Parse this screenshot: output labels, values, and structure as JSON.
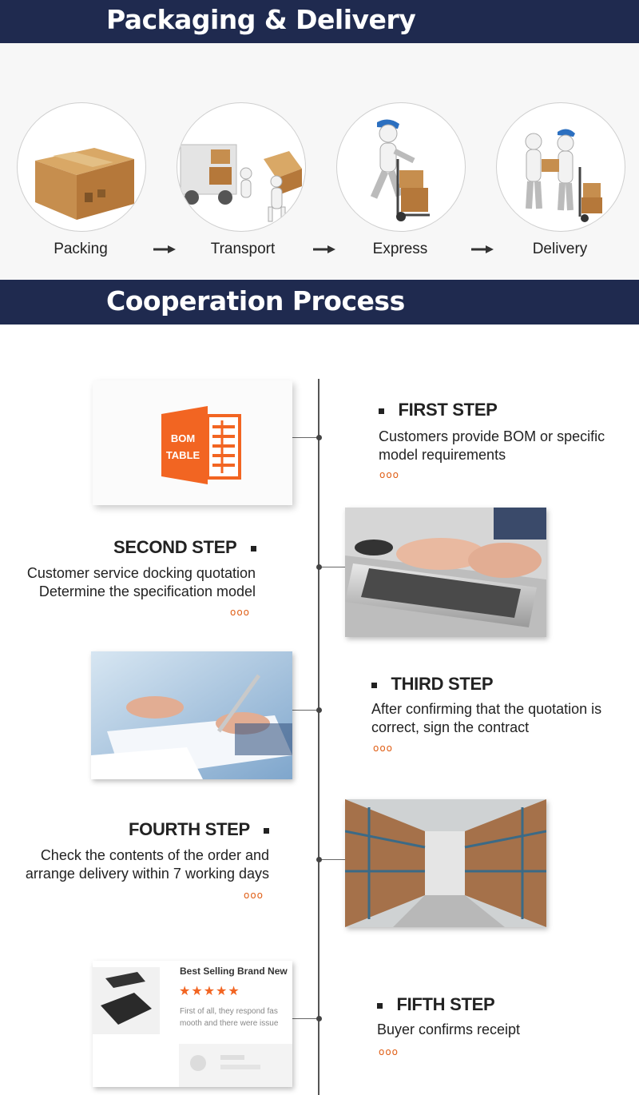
{
  "packaging": {
    "title": "Packaging & Delivery",
    "steps": [
      {
        "label": "Packing",
        "icon": "cardboard-box-icon"
      },
      {
        "label": "Transport",
        "icon": "truck-loading-icon"
      },
      {
        "label": "Express",
        "icon": "hand-truck-courier-icon"
      },
      {
        "label": "Delivery",
        "icon": "package-handover-icon"
      }
    ]
  },
  "cooperation": {
    "title": "Cooperation Process",
    "steps": [
      {
        "title": "FIRST STEP",
        "desc": [
          "Customers provide BOM or specific",
          "model requirements"
        ],
        "more": "ooo"
      },
      {
        "title": "SECOND STEP",
        "desc": [
          "Customer service docking quotation",
          "Determine the specification model"
        ],
        "more": "ooo"
      },
      {
        "title": "THIRD STEP",
        "desc": [
          "After confirming that the quotation is",
          "correct, sign the contract"
        ],
        "more": "ooo"
      },
      {
        "title": "FOURTH STEP",
        "desc": [
          "Check the contents of the order and",
          "arrange delivery within 7 working days"
        ],
        "more": "ooo"
      },
      {
        "title": "FIFTH STEP",
        "desc": [
          "Buyer confirms receipt"
        ],
        "more": "ooo"
      }
    ],
    "bom_icon": {
      "line1": "BOM",
      "line2": "TABLE"
    },
    "review": {
      "title": "Best Selling Brand New",
      "stars": 5,
      "text_line1": "First of all, they respond fas",
      "text_line2": "mooth and there were issue"
    }
  },
  "colors": {
    "banner": "#1f2a4f",
    "accent": "#e06018",
    "bom_orange": "#f26522"
  }
}
